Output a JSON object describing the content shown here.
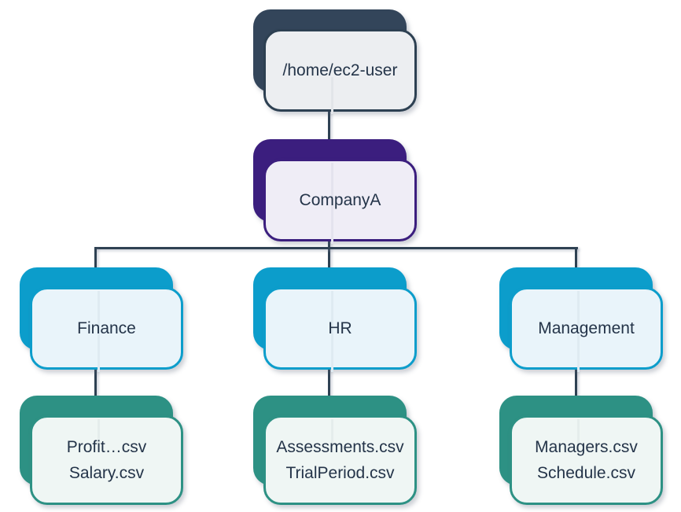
{
  "diagram_type": "directory-tree",
  "colors": {
    "slate": "#33455A",
    "slate_border": "#2D4052",
    "slate_fill": "#ECEEF1",
    "purple": "#3B1E7E",
    "purple_fill": "#EFEDF6",
    "cyan": "#0C9DCB",
    "cyan_fill": "#E9F4FA",
    "teal": "#2D9184",
    "teal_fill": "#EFF6F4",
    "connector": "#2E4153",
    "text": "#243449"
  },
  "tree": {
    "root": {
      "label": "/home/ec2-user"
    },
    "company": {
      "label": "CompanyA"
    },
    "departments": [
      {
        "label": "Finance",
        "files": [
          "Profit…csv",
          "Salary.csv"
        ]
      },
      {
        "label": "HR",
        "files": [
          "Assessments.csv",
          "TrialPeriod.csv"
        ]
      },
      {
        "label": "Management",
        "files": [
          "Managers.csv",
          "Schedule.csv"
        ]
      }
    ]
  }
}
